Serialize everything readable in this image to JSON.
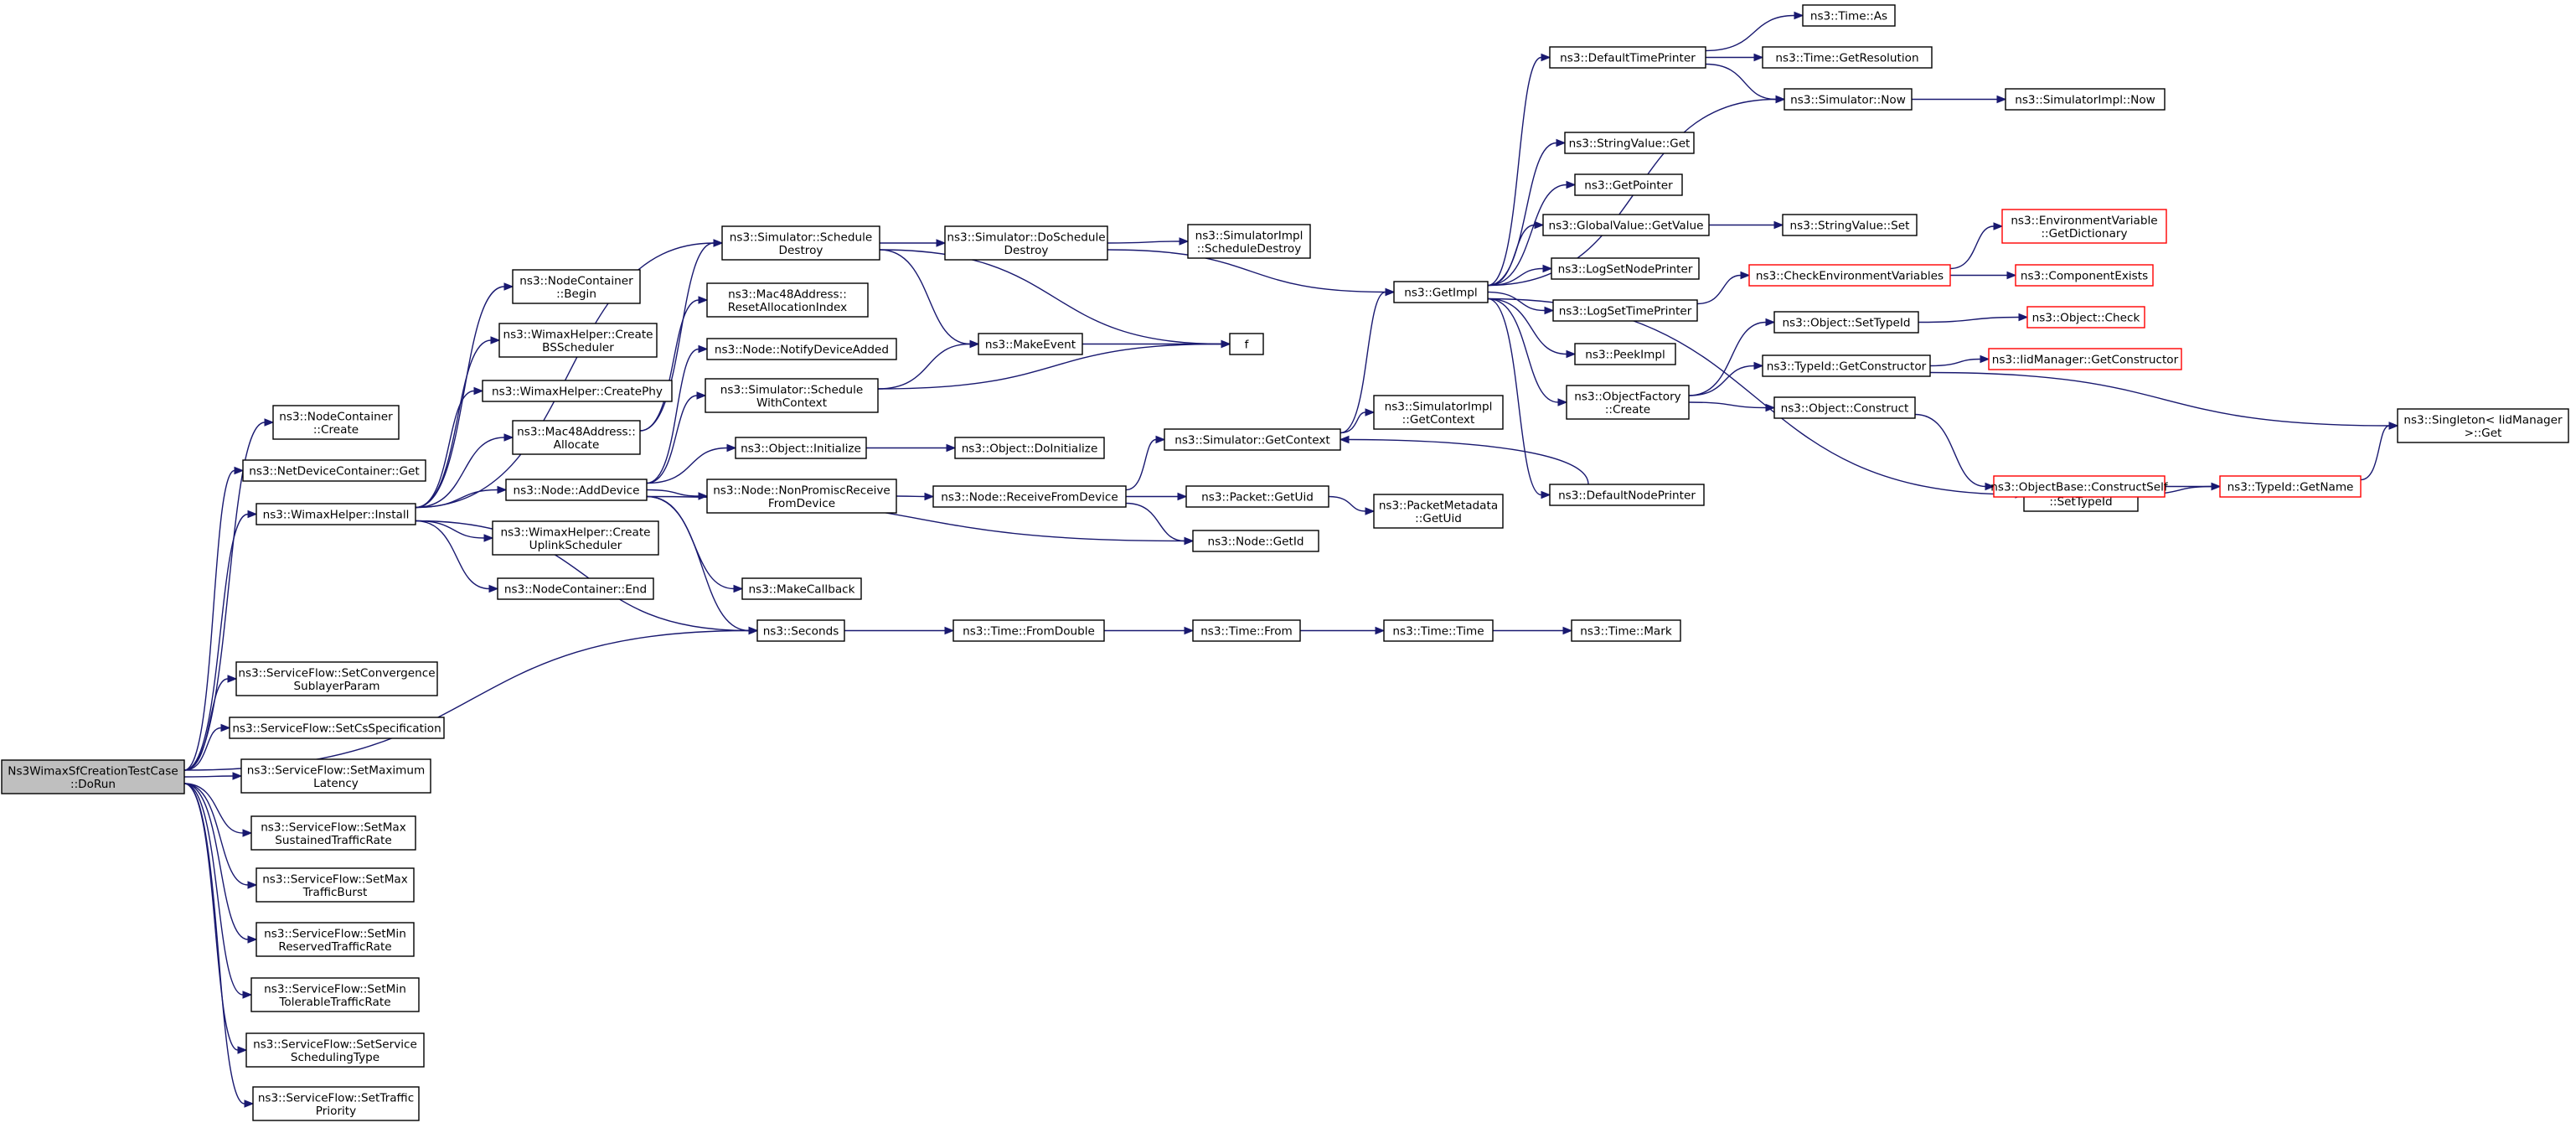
{
  "diagram": {
    "colors": {
      "edge": "#191970",
      "node_border": "#000000",
      "truncated_border": "#ff0000",
      "root_fill": "#bfbfbf",
      "node_fill": "#ffffff"
    },
    "nodes": [
      {
        "id": "root",
        "lines": [
          "Ns3WimaxSfCreationTestCase",
          "::DoRun"
        ],
        "root": true
      },
      {
        "id": "nc_create",
        "lines": [
          "ns3::NodeContainer",
          "::Create"
        ]
      },
      {
        "id": "ndc_get",
        "lines": [
          "ns3::NetDeviceContainer::Get"
        ]
      },
      {
        "id": "wh_install",
        "lines": [
          "ns3::WimaxHelper::Install"
        ]
      },
      {
        "id": "seconds",
        "lines": [
          "ns3::Seconds"
        ]
      },
      {
        "id": "sf_conv",
        "lines": [
          "ns3::ServiceFlow::SetConvergence",
          "SublayerParam"
        ]
      },
      {
        "id": "sf_cs",
        "lines": [
          "ns3::ServiceFlow::SetCsSpecification"
        ]
      },
      {
        "id": "sf_maxlat",
        "lines": [
          "ns3::ServiceFlow::SetMaximum",
          "Latency"
        ]
      },
      {
        "id": "sf_maxsus",
        "lines": [
          "ns3::ServiceFlow::SetMax",
          "SustainedTrafficRate"
        ]
      },
      {
        "id": "sf_maxburst",
        "lines": [
          "ns3::ServiceFlow::SetMax",
          "TrafficBurst"
        ]
      },
      {
        "id": "sf_minres",
        "lines": [
          "ns3::ServiceFlow::SetMin",
          "ReservedTrafficRate"
        ]
      },
      {
        "id": "sf_mintol",
        "lines": [
          "ns3::ServiceFlow::SetMin",
          "TolerableTrafficRate"
        ]
      },
      {
        "id": "sf_sched",
        "lines": [
          "ns3::ServiceFlow::SetService",
          "SchedulingType"
        ]
      },
      {
        "id": "sf_prio",
        "lines": [
          "ns3::ServiceFlow::SetTraffic",
          "Priority"
        ]
      },
      {
        "id": "nc_begin",
        "lines": [
          "ns3::NodeContainer",
          "::Begin"
        ]
      },
      {
        "id": "wh_bs",
        "lines": [
          "ns3::WimaxHelper::Create",
          "BSScheduler"
        ]
      },
      {
        "id": "wh_phy",
        "lines": [
          "ns3::WimaxHelper::CreatePhy"
        ]
      },
      {
        "id": "mac_alloc",
        "lines": [
          "ns3::Mac48Address::",
          "Allocate"
        ]
      },
      {
        "id": "node_add",
        "lines": [
          "ns3::Node::AddDevice"
        ]
      },
      {
        "id": "wh_ul",
        "lines": [
          "ns3::WimaxHelper::Create",
          "UplinkScheduler"
        ]
      },
      {
        "id": "nc_end",
        "lines": [
          "ns3::NodeContainer::End"
        ]
      },
      {
        "id": "sim_sd",
        "lines": [
          "ns3::Simulator::Schedule",
          "Destroy"
        ]
      },
      {
        "id": "mac_reset",
        "lines": [
          "ns3::Mac48Address::",
          "ResetAllocationIndex"
        ]
      },
      {
        "id": "node_notify",
        "lines": [
          "ns3::Node::NotifyDeviceAdded"
        ]
      },
      {
        "id": "sim_swc",
        "lines": [
          "ns3::Simulator::Schedule",
          "WithContext"
        ]
      },
      {
        "id": "obj_init",
        "lines": [
          "ns3::Object::Initialize"
        ]
      },
      {
        "id": "node_npr",
        "lines": [
          "ns3::Node::NonPromiscReceive",
          "FromDevice"
        ]
      },
      {
        "id": "makecb",
        "lines": [
          "ns3::MakeCallback"
        ]
      },
      {
        "id": "sim_dosd",
        "lines": [
          "ns3::Simulator::DoSchedule",
          "Destroy"
        ]
      },
      {
        "id": "makeevent",
        "lines": [
          "ns3::MakeEvent"
        ]
      },
      {
        "id": "obj_doinit",
        "lines": [
          "ns3::Object::DoInitialize"
        ]
      },
      {
        "id": "node_rfd",
        "lines": [
          "ns3::Node::ReceiveFromDevice"
        ]
      },
      {
        "id": "time_fd",
        "lines": [
          "ns3::Time::FromDouble"
        ]
      },
      {
        "id": "simimpl_sd",
        "lines": [
          "ns3::SimulatorImpl",
          "::ScheduleDestroy"
        ]
      },
      {
        "id": "f",
        "lines": [
          "f"
        ]
      },
      {
        "id": "sim_gc",
        "lines": [
          "ns3::Simulator::GetContext"
        ]
      },
      {
        "id": "pkt_uid",
        "lines": [
          "ns3::Packet::GetUid"
        ]
      },
      {
        "id": "node_id",
        "lines": [
          "ns3::Node::GetId"
        ]
      },
      {
        "id": "time_from",
        "lines": [
          "ns3::Time::From"
        ]
      },
      {
        "id": "getimpl",
        "lines": [
          "ns3::GetImpl"
        ]
      },
      {
        "id": "simimpl_gc",
        "lines": [
          "ns3::SimulatorImpl",
          "::GetContext"
        ]
      },
      {
        "id": "pm_uid",
        "lines": [
          "ns3::PacketMetadata",
          "::GetUid"
        ]
      },
      {
        "id": "time_time",
        "lines": [
          "ns3::Time::Time"
        ]
      },
      {
        "id": "dtp",
        "lines": [
          "ns3::DefaultTimePrinter"
        ]
      },
      {
        "id": "sv_get",
        "lines": [
          "ns3::StringValue::Get"
        ]
      },
      {
        "id": "getpointer",
        "lines": [
          "ns3::GetPointer"
        ]
      },
      {
        "id": "gv_get",
        "lines": [
          "ns3::GlobalValue::GetValue"
        ]
      },
      {
        "id": "lsnp",
        "lines": [
          "ns3::LogSetNodePrinter"
        ]
      },
      {
        "id": "lstp",
        "lines": [
          "ns3::LogSetTimePrinter"
        ]
      },
      {
        "id": "peekimpl",
        "lines": [
          "ns3::PeekImpl"
        ]
      },
      {
        "id": "of_create",
        "lines": [
          "ns3::ObjectFactory",
          "::Create"
        ]
      },
      {
        "id": "dnp",
        "lines": [
          "ns3::DefaultNodePrinter"
        ]
      },
      {
        "id": "time_mark",
        "lines": [
          "ns3::Time::Mark"
        ]
      },
      {
        "id": "time_as",
        "lines": [
          "ns3::Time::As"
        ]
      },
      {
        "id": "time_res",
        "lines": [
          "ns3::Time::GetResolution"
        ]
      },
      {
        "id": "sim_now",
        "lines": [
          "ns3::Simulator::Now"
        ]
      },
      {
        "id": "sv_set",
        "lines": [
          "ns3::StringValue::Set"
        ]
      },
      {
        "id": "cev",
        "lines": [
          "ns3::CheckEnvironmentVariables"
        ],
        "truncated": true
      },
      {
        "id": "obj_settid",
        "lines": [
          "ns3::Object::SetTypeId"
        ]
      },
      {
        "id": "tid_gc",
        "lines": [
          "ns3::TypeId::GetConstructor"
        ]
      },
      {
        "id": "obj_construct",
        "lines": [
          "ns3::Object::Construct"
        ]
      },
      {
        "id": "of_settid",
        "lines": [
          "ns3::ObjectFactory",
          "::SetTypeId"
        ]
      },
      {
        "id": "simimpl_now",
        "lines": [
          "ns3::SimulatorImpl::Now"
        ]
      },
      {
        "id": "ev_gd",
        "lines": [
          "ns3::EnvironmentVariable",
          "::GetDictionary"
        ],
        "truncated": true
      },
      {
        "id": "comp_exists",
        "lines": [
          "ns3::ComponentExists"
        ],
        "truncated": true
      },
      {
        "id": "obj_check",
        "lines": [
          "ns3::Object::Check"
        ],
        "truncated": true
      },
      {
        "id": "iid_gc",
        "lines": [
          "ns3::IidManager::GetConstructor"
        ],
        "truncated": true
      },
      {
        "id": "obase_cs",
        "lines": [
          "ns3::ObjectBase::ConstructSelf"
        ],
        "truncated": true
      },
      {
        "id": "tid_gn",
        "lines": [
          "ns3::TypeId::GetName"
        ],
        "truncated": true
      },
      {
        "id": "singleton",
        "lines": [
          "ns3::Singleton< IidManager",
          ">::Get"
        ]
      }
    ],
    "edges": [
      [
        "root",
        "nc_create"
      ],
      [
        "root",
        "ndc_get"
      ],
      [
        "root",
        "wh_install"
      ],
      [
        "root",
        "seconds"
      ],
      [
        "root",
        "sf_conv"
      ],
      [
        "root",
        "sf_cs"
      ],
      [
        "root",
        "sf_maxlat"
      ],
      [
        "root",
        "sf_maxsus"
      ],
      [
        "root",
        "sf_maxburst"
      ],
      [
        "root",
        "sf_minres"
      ],
      [
        "root",
        "sf_mintol"
      ],
      [
        "root",
        "sf_sched"
      ],
      [
        "root",
        "sf_prio"
      ],
      [
        "wh_install",
        "nc_begin"
      ],
      [
        "wh_install",
        "wh_bs"
      ],
      [
        "wh_install",
        "wh_phy"
      ],
      [
        "wh_install",
        "mac_alloc"
      ],
      [
        "wh_install",
        "node_add"
      ],
      [
        "wh_install",
        "wh_ul"
      ],
      [
        "wh_install",
        "nc_end"
      ],
      [
        "wh_install",
        "seconds"
      ],
      [
        "wh_install",
        "sim_sd"
      ],
      [
        "mac_alloc",
        "mac_reset"
      ],
      [
        "mac_alloc",
        "sim_sd"
      ],
      [
        "node_add",
        "node_notify"
      ],
      [
        "node_add",
        "sim_swc"
      ],
      [
        "node_add",
        "obj_init"
      ],
      [
        "node_add",
        "node_npr"
      ],
      [
        "node_add",
        "makecb"
      ],
      [
        "node_add",
        "node_id"
      ],
      [
        "node_add",
        "seconds"
      ],
      [
        "sim_sd",
        "sim_dosd"
      ],
      [
        "sim_sd",
        "makeevent"
      ],
      [
        "sim_sd",
        "f"
      ],
      [
        "sim_swc",
        "makeevent"
      ],
      [
        "sim_swc",
        "f"
      ],
      [
        "obj_init",
        "obj_doinit"
      ],
      [
        "node_npr",
        "node_rfd"
      ],
      [
        "seconds",
        "time_fd"
      ],
      [
        "time_fd",
        "time_from"
      ],
      [
        "time_from",
        "time_time"
      ],
      [
        "time_time",
        "time_mark"
      ],
      [
        "sim_dosd",
        "simimpl_sd"
      ],
      [
        "sim_dosd",
        "getimpl"
      ],
      [
        "makeevent",
        "f"
      ],
      [
        "node_rfd",
        "sim_gc"
      ],
      [
        "node_rfd",
        "pkt_uid"
      ],
      [
        "node_rfd",
        "node_id"
      ],
      [
        "sim_gc",
        "getimpl"
      ],
      [
        "sim_gc",
        "simimpl_gc"
      ],
      [
        "pkt_uid",
        "pm_uid"
      ],
      [
        "getimpl",
        "dtp"
      ],
      [
        "getimpl",
        "sv_get"
      ],
      [
        "getimpl",
        "getpointer"
      ],
      [
        "getimpl",
        "gv_get"
      ],
      [
        "getimpl",
        "lsnp"
      ],
      [
        "getimpl",
        "lstp"
      ],
      [
        "getimpl",
        "peekimpl"
      ],
      [
        "getimpl",
        "of_create"
      ],
      [
        "getimpl",
        "dnp"
      ],
      [
        "getimpl",
        "sim_now"
      ],
      [
        "getimpl",
        "of_settid"
      ],
      [
        "dtp",
        "time_as"
      ],
      [
        "dtp",
        "time_res"
      ],
      [
        "dtp",
        "sim_now"
      ],
      [
        "sim_now",
        "simimpl_now"
      ],
      [
        "gv_get",
        "sv_set"
      ],
      [
        "lstp",
        "cev"
      ],
      [
        "cev",
        "ev_gd"
      ],
      [
        "cev",
        "comp_exists"
      ],
      [
        "of_create",
        "obj_settid"
      ],
      [
        "of_create",
        "tid_gc"
      ],
      [
        "of_create",
        "obj_construct"
      ],
      [
        "obj_settid",
        "obj_check"
      ],
      [
        "tid_gc",
        "iid_gc"
      ],
      [
        "tid_gc",
        "singleton"
      ],
      [
        "obj_construct",
        "obase_cs"
      ],
      [
        "obase_cs",
        "tid_gn"
      ],
      [
        "of_settid",
        "tid_gn"
      ],
      [
        "tid_gn",
        "singleton"
      ],
      [
        "dnp",
        "sim_gc"
      ]
    ]
  }
}
